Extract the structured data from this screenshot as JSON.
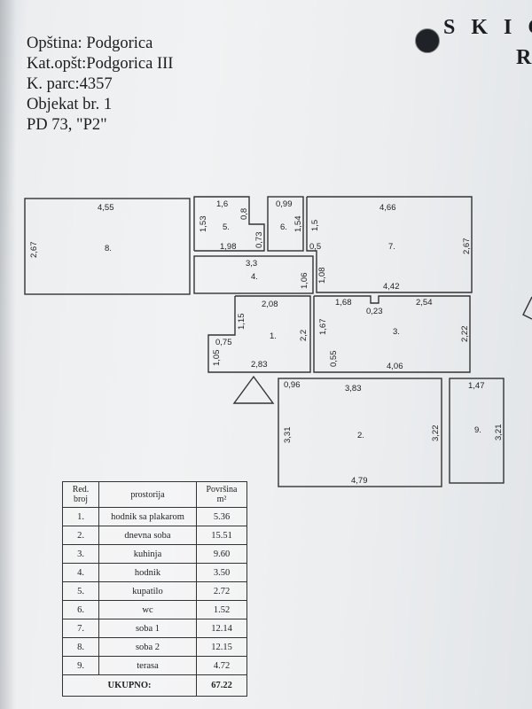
{
  "title": "S K I C",
  "title_line2": "R",
  "header": {
    "line1": "Opština: Podgorica",
    "line2": "Kat.opšt:Podgorica III",
    "line3": "K. parc:4357",
    "line4": "Objekat br. 1",
    "line5": "PD 73, \"P2\""
  },
  "rooms": {
    "r8": {
      "num": "8.",
      "w": "4,55",
      "h": "2,67"
    },
    "r5": {
      "num": "5.",
      "top": "1,6",
      "left": "1,53",
      "bottom": "1,98",
      "right": "0,73",
      "notch": "0,8"
    },
    "r6": {
      "num": "6.",
      "top": "0,99",
      "right": "1,54"
    },
    "r7": {
      "num": "7.",
      "top": "4,66",
      "right": "2,67",
      "left": "1,5",
      "left2": "0,5",
      "bottom": "4,42"
    },
    "r4": {
      "num": "4.",
      "top": "3,3",
      "right": "1,06",
      "right2": "1,08"
    },
    "r1": {
      "num": "1.",
      "top": "2,08",
      "left": "1,15",
      "step": "0,75",
      "left2": "1,05",
      "right": "2,2",
      "bottom": "2,83"
    },
    "r3": {
      "num": "3.",
      "top_a": "1,68",
      "notch": "0,23",
      "top_b": "2,54",
      "left": "1,67",
      "left2": "0,55",
      "right": "2,22",
      "bottom": "4,06"
    },
    "r2": {
      "num": "2.",
      "corner": "0,96",
      "top": "3,83",
      "left": "3,31",
      "right": "3,22",
      "bottom": "4,79"
    },
    "r9": {
      "num": "9.",
      "top": "1,47",
      "right": "3,21"
    }
  },
  "legend": {
    "head_num": "Red. broj",
    "head_name": "prostorija",
    "head_area": "Površina m²",
    "rows": [
      {
        "n": "1.",
        "name": "hodnik sa plakarom",
        "area": "5.36"
      },
      {
        "n": "2.",
        "name": "dnevna soba",
        "area": "15.51"
      },
      {
        "n": "3.",
        "name": "kuhinja",
        "area": "9.60"
      },
      {
        "n": "4.",
        "name": "hodnik",
        "area": "3.50"
      },
      {
        "n": "5.",
        "name": "kupatilo",
        "area": "2.72"
      },
      {
        "n": "6.",
        "name": "wc",
        "area": "1.52"
      },
      {
        "n": "7.",
        "name": "soba 1",
        "area": "12.14"
      },
      {
        "n": "8.",
        "name": "soba 2",
        "area": "12.15"
      },
      {
        "n": "9.",
        "name": "terasa",
        "area": "4.72"
      }
    ],
    "total_label": "UKUPNO:",
    "total_value": "67.22"
  }
}
